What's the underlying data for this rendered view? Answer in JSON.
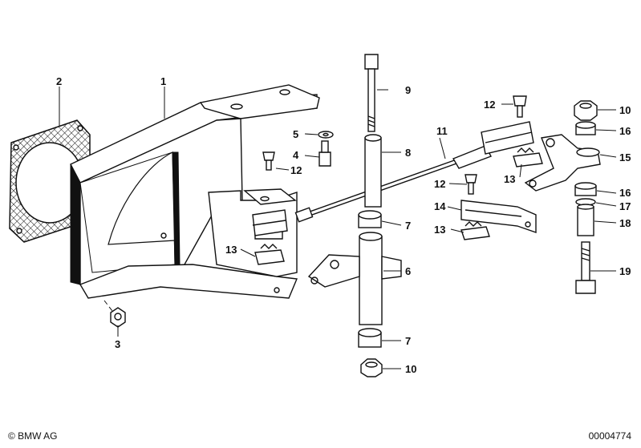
{
  "footer": {
    "copyright": "© BMW AG",
    "part_number": "00004774"
  },
  "callouts": [
    {
      "id": "1",
      "label": "1"
    },
    {
      "id": "2",
      "label": "2"
    },
    {
      "id": "3",
      "label": "3"
    },
    {
      "id": "4",
      "label": "4"
    },
    {
      "id": "5",
      "label": "5"
    },
    {
      "id": "6",
      "label": "6"
    },
    {
      "id": "7a",
      "label": "7"
    },
    {
      "id": "7b",
      "label": "7"
    },
    {
      "id": "8",
      "label": "8"
    },
    {
      "id": "9",
      "label": "9"
    },
    {
      "id": "10a",
      "label": "10"
    },
    {
      "id": "10b",
      "label": "10"
    },
    {
      "id": "11",
      "label": "11"
    },
    {
      "id": "12a",
      "label": "12"
    },
    {
      "id": "12b",
      "label": "12"
    },
    {
      "id": "12c",
      "label": "12"
    },
    {
      "id": "13a",
      "label": "13"
    },
    {
      "id": "13b",
      "label": "13"
    },
    {
      "id": "13c",
      "label": "13"
    },
    {
      "id": "14",
      "label": "14"
    },
    {
      "id": "15",
      "label": "15"
    },
    {
      "id": "16a",
      "label": "16"
    },
    {
      "id": "16b",
      "label": "16"
    },
    {
      "id": "17",
      "label": "17"
    },
    {
      "id": "18",
      "label": "18"
    },
    {
      "id": "19",
      "label": "19"
    }
  ]
}
